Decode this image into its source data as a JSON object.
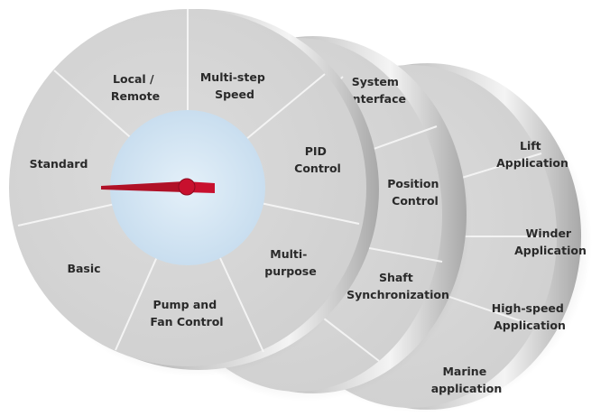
{
  "back_disc": {
    "lines": [
      [
        "Lift",
        "Application"
      ],
      [
        "Winder",
        "Application"
      ],
      [
        "High-speed",
        "Application"
      ],
      [
        "Marine",
        "application"
      ]
    ]
  },
  "middle_disc": {
    "lines": [
      [
        "System",
        "Interface"
      ],
      [
        "Position",
        "Control"
      ],
      [
        "Shaft",
        "Synchronization"
      ]
    ]
  },
  "front_disc": {
    "lines": [
      [
        "Local /",
        "Remote"
      ],
      [
        "Multi-step",
        "Speed"
      ],
      [
        "PID",
        "Control"
      ],
      [
        "Standard"
      ],
      [
        "Basic"
      ],
      [
        "Multi-",
        "purpose"
      ],
      [
        "Pump and",
        "Fan Control"
      ]
    ]
  },
  "colors": {
    "disc_face": "#d6d6d6",
    "hub": "#cfe3f2",
    "needle": "#c8102e"
  },
  "icons": {
    "needle": "dial-needle-icon"
  }
}
